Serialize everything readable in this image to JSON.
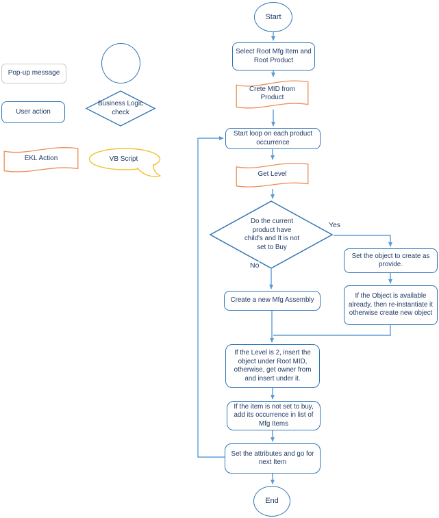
{
  "legend": {
    "popup": "Pop-up message",
    "user_action": "User action",
    "ekl": "EKL Action",
    "business": "Business Logic check",
    "vb": "VB Script"
  },
  "flow": {
    "start": "Start",
    "select_root": "Select Root Mfg Item and Root Product",
    "create_mid": "Crete MID from Product",
    "start_loop": "Start loop on each product occurrence",
    "get_level": "Get Level",
    "decision": "Do the current product have child's and It is not set to Buy",
    "yes": "Yes",
    "no": "No",
    "set_object": "Set the object to create as provide.",
    "if_object": "If the Object is available already, then re-instantiate it otherwise create new object",
    "create_assembly": "Create a new Mfg Assembly",
    "if_level": "If the Level is 2, insert the object under Root MID, otherwise, get owner from and insert under it.",
    "if_item": "If the item is not set to buy, add its occurrence in list of Mfg Items",
    "set_attributes": "Set the attributes and go for next Item",
    "end": "End"
  },
  "colors": {
    "shape_border_blue": "#2E75B6",
    "connector_blue": "#5B9BD5",
    "text_navy": "#1F3864",
    "ekl_orange": "#ED8C55",
    "vb_yellow": "#F2C230",
    "popup_gray": "#C9C9C9"
  }
}
